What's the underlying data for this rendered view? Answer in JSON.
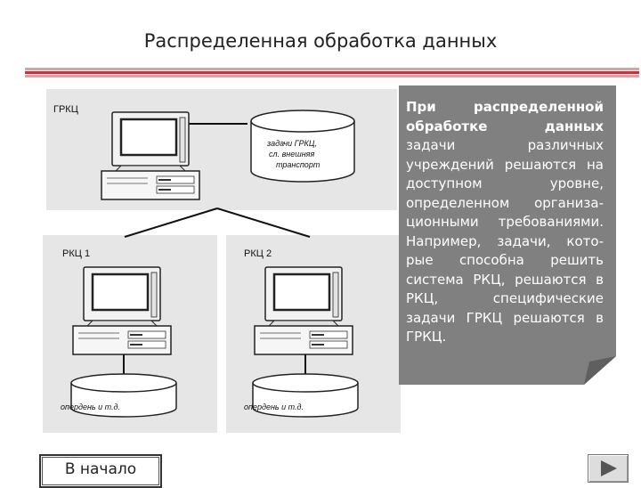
{
  "slide": {
    "title": "Распределенная обработка данных"
  },
  "diagram": {
    "top_node": {
      "label": "ГРКЦ",
      "db_lines": [
        "задачи ГРКЦ,",
        "сл. внешняя",
        "транспорт"
      ]
    },
    "left_node": {
      "label": "РКЦ 1",
      "db_text": "опердень и т.д."
    },
    "right_node": {
      "label": "РКЦ 2",
      "db_text": "опердень и т.д."
    }
  },
  "callout": {
    "bold_text": "При распределенной обработке данных",
    "text": " задачи различных учреждений решаются на доступном уровне, определенном организа-ционными требованиями. Например, задачи, кото-рые способна решить система РКЦ, решаются в РКЦ, специфические задачи ГРКЦ решаются в ГРКЦ."
  },
  "nav": {
    "home_label": "В начало",
    "next_icon": "play-triangle-icon"
  },
  "colors": {
    "accent_rule": "#b33a45",
    "callout_bg": "#808080",
    "diagram_bg": "#e6e6e6"
  }
}
